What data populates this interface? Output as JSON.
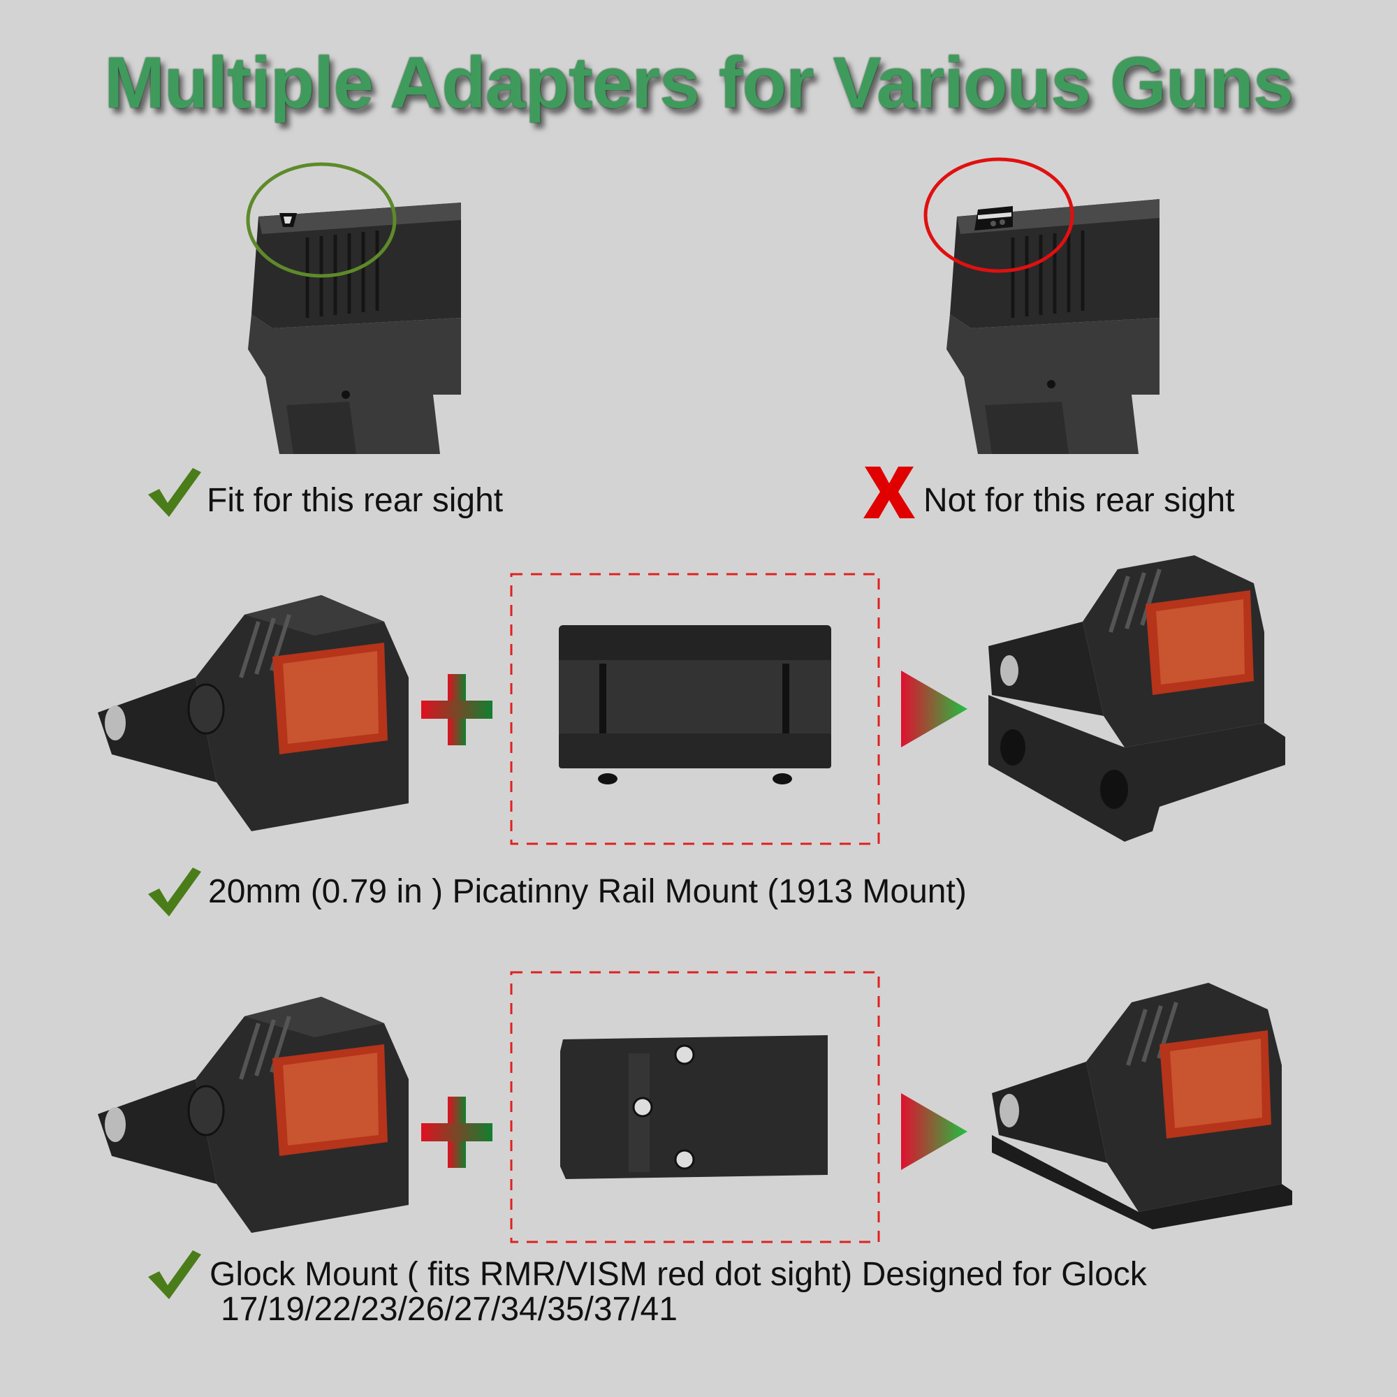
{
  "title": "Multiple Adapters for Various Guns",
  "colors": {
    "title_green": "#3f9b5c",
    "check_green": "#4a7d1a",
    "fit_circle": "#5e8a2a",
    "notfit_circle": "#e01010",
    "cross_red": "#e00000",
    "dash_red": "#e02020",
    "background": "#d3d3d3"
  },
  "rear_sight_fit": {
    "icon": "checkmark-icon",
    "label": "Fit for this rear sight"
  },
  "rear_sight_notfit": {
    "icon": "x-cross-icon",
    "label": "Not for this rear sight"
  },
  "picatinny": {
    "icon": "checkmark-icon",
    "label": "20mm (0.79 in ) Picatinny Rail Mount (1913 Mount)"
  },
  "glock": {
    "icon": "checkmark-icon",
    "label_line1": "Glock Mount ( fits RMR/VISM red dot sight) Designed for Glock",
    "label_line2": "17/19/22/23/26/27/34/35/37/41"
  }
}
